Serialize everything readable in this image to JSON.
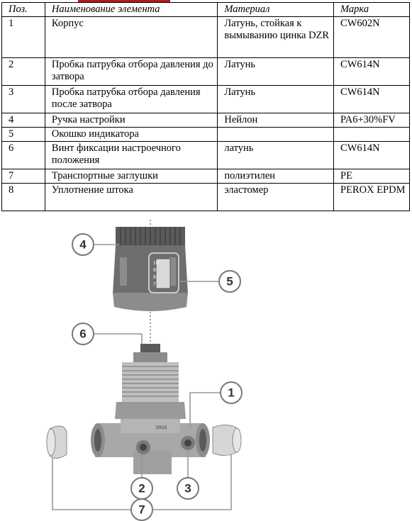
{
  "table": {
    "headers": [
      "Поз.",
      "Наименование элемента",
      "Материал",
      "Марка"
    ],
    "rows": [
      {
        "pos": "1",
        "name": "Корпус",
        "material": "Латунь,  стойкая к вымыванию цинка DZR",
        "grade": "CW602N"
      },
      {
        "pos": "2",
        "name": "Пробка патрубка отбора давления до  затвора",
        "material": "Латунь",
        "grade": "CW614N"
      },
      {
        "pos": "3",
        "name": "Пробка патрубка отбора давления после   затвора",
        "material": "Латунь",
        "grade": "CW614N"
      },
      {
        "pos": "4",
        "name": "Ручка настройки",
        "material": "Нейлон",
        "grade": "PA6+30%FV"
      },
      {
        "pos": "5",
        "name": "Окошко индикатора",
        "material": "",
        "grade": ""
      },
      {
        "pos": "6",
        "name": "Винт фиксации настроечного положения",
        "material": "латунь",
        "grade": "CW614N"
      },
      {
        "pos": "7",
        "name": "Транспортные заглушки",
        "material": "полиэтилен",
        "grade": "PE"
      },
      {
        "pos": "8",
        "name": "Уплотнение штока",
        "material": "эластомер",
        "grade": "PEROX EPDM"
      }
    ]
  },
  "figure": {
    "callouts": [
      "4",
      "5",
      "6",
      "1",
      "2",
      "3",
      "7"
    ],
    "scale_digits": [
      "10",
      "9",
      "8",
      "7"
    ],
    "body_marking": "DN15",
    "colors": {
      "metal_dark": "#5a5a5a",
      "metal_mid": "#8c8c8c",
      "metal_light": "#c8c8c8",
      "knob": "#6e6e6e",
      "cap": "#d6d6d6"
    }
  }
}
